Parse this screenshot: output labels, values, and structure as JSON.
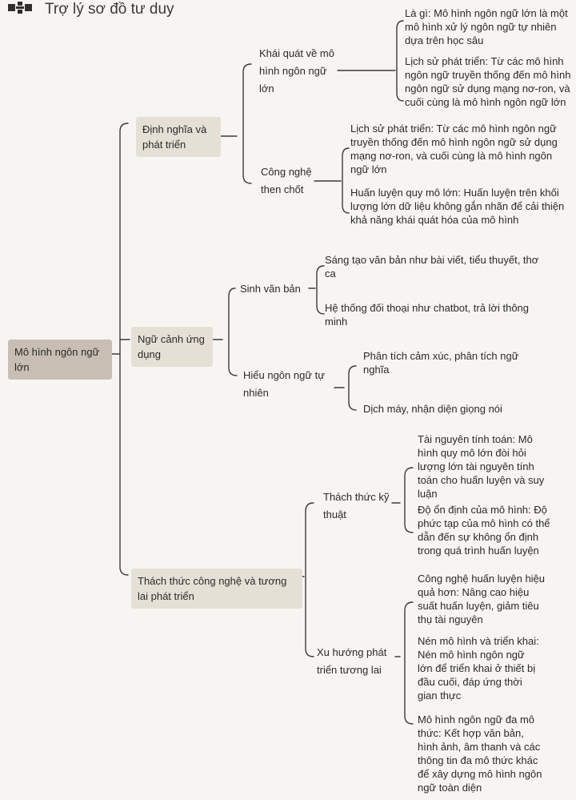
{
  "app": {
    "title": "Trợ lý sơ đồ tư duy",
    "logo_icon": "mindmap-logo-icon"
  },
  "mindmap": {
    "root": "Mô hình ngôn ngữ lớn",
    "branches": [
      {
        "label": "Định nghĩa và phát triển",
        "children": [
          {
            "label": "Khái quát về mô hình ngôn ngữ lớn",
            "leaves": [
              "Là gì: Mô hình ngôn ngữ lớn là một mô hình xử lý ngôn ngữ tự nhiên dựa trên học sâu",
              "Lịch sử phát triển: Từ các mô hình ngôn ngữ truyền thống đến mô hình ngôn ngữ sử dụng mạng nơ-ron, và cuối cùng là mô hình ngôn ngữ lớn"
            ]
          },
          {
            "label": "Công nghệ then chốt",
            "leaves": [
              "Lịch sử phát triển: Từ các mô hình ngôn ngữ truyền thống đến mô hình ngôn ngữ sử dụng mạng nơ-ron, và cuối cùng là mô hình ngôn ngữ lớn",
              "Huấn luyện quy mô lớn: Huấn luyện trên khối lượng lớn dữ liệu không gắn nhãn để cải thiện khả năng khái quát hóa của mô hình"
            ]
          }
        ]
      },
      {
        "label": "Ngữ cảnh ứng dụng",
        "children": [
          {
            "label": "Sinh văn bản",
            "leaves": [
              "Sáng tạo văn bản như bài viết, tiểu thuyết, thơ ca",
              "Hệ thống đối thoại như chatbot, trả lời thông minh"
            ]
          },
          {
            "label": "Hiểu ngôn ngữ tự nhiên",
            "leaves": [
              "Phân tích cảm xúc, phân tích ngữ nghĩa",
              "Dịch máy, nhận diện giọng nói"
            ]
          }
        ]
      },
      {
        "label": "Thách thức công nghệ và tương lai phát triển",
        "children": [
          {
            "label": "Thách thức kỹ thuật",
            "leaves": [
              "Tài nguyên tính toán: Mô hình quy mô lớn đòi hỏi lượng lớn tài nguyên tính toán cho huấn luyện và suy luận",
              "Độ ổn định của mô hình: Độ phức tạp của mô hình có thể dẫn đến sự không ổn định trong quá trình huấn luyện"
            ]
          },
          {
            "label": "Xu hướng phát triển tương lai",
            "leaves": [
              "Công nghệ huấn luyện hiệu quả hơn: Nâng cao hiệu suất huấn luyện, giảm tiêu thụ tài nguyên",
              "Nén mô hình và triển khai: Nén mô hình ngôn ngữ lớn để triển khai ở thiết bị đầu cuối, đáp ứng thời gian thực",
              "Mô hình ngôn ngữ đa mô thức: Kết hợp văn bản, hình ảnh, âm thanh và các thông tin đa mô thức khác để xây dựng mô hình ngôn ngữ toàn diện"
            ]
          }
        ]
      }
    ]
  }
}
